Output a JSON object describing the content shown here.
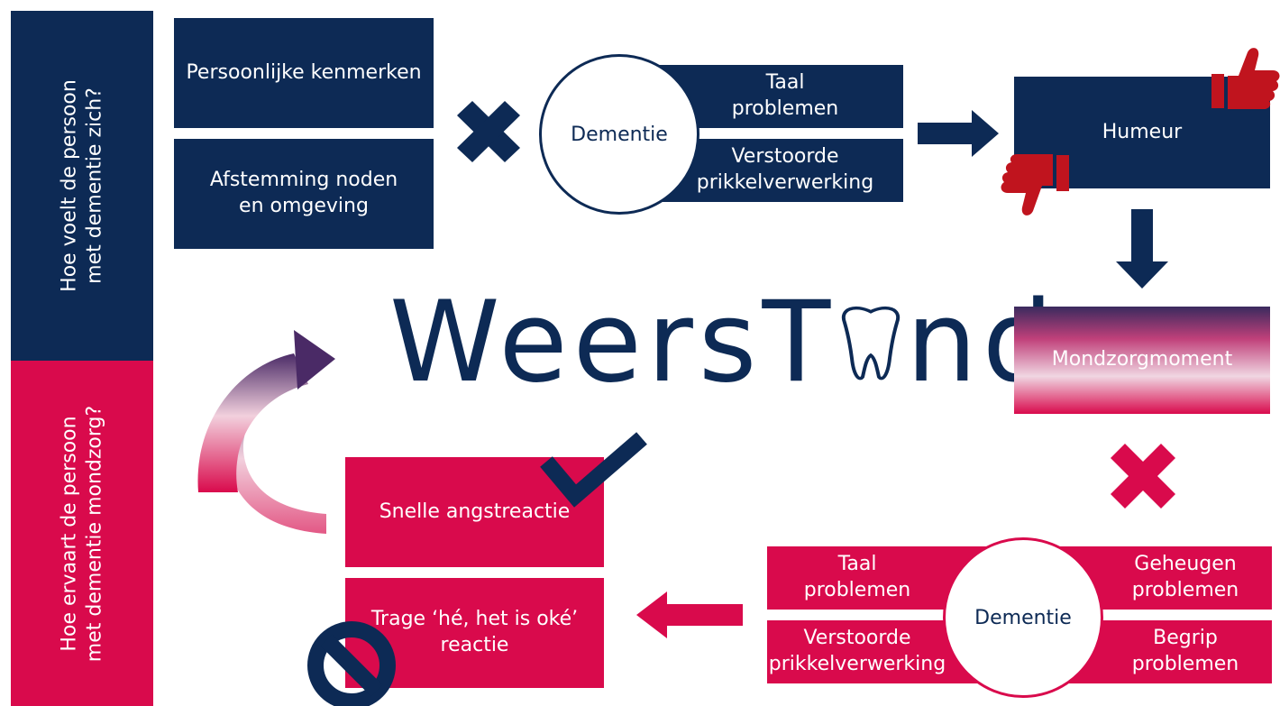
{
  "side": {
    "top_label": "Hoe voelt de persoon met dementie zich?",
    "top_line1": "Hoe voelt de persoon",
    "top_line2": "met dementie zich?",
    "bottom_line1": "Hoe ervaart de persoon",
    "bottom_line2": "met dementie mondzorg?"
  },
  "top": {
    "persoonlijke": "Persoonlijke kenmerken",
    "afstemming_line1": "Afstemming noden",
    "afstemming_line2": "en omgeving",
    "dementie": "Dementie",
    "taal_line1": "Taal",
    "taal_line2": "problemen",
    "prikkel_line1": "Verstoorde",
    "prikkel_line2": "prikkelverwerking",
    "humeur": "Humeur"
  },
  "logo": {
    "part1": "WeersT",
    "part2": "nd"
  },
  "mondzorg": "Mondzorgmoment",
  "bottom": {
    "snelle": "Snelle angstreactie",
    "trage_line1": "Trage ‘hé, het is oké’",
    "trage_line2": "reactie",
    "dementie": "Dementie",
    "taal_line1": "Taal",
    "taal_line2": "problemen",
    "prikkel_line1": "Verstoorde",
    "prikkel_line2": "prikkelverwerking",
    "geheugen_line1": "Geheugen",
    "geheugen_line2": "problemen",
    "begrip_line1": "Begrip",
    "begrip_line2": "problemen"
  },
  "colors": {
    "navy": "#0d2a55",
    "pink": "#d90a4c",
    "red": "#c0141e"
  },
  "icons": [
    "multiply-icon",
    "arrow-right-icon",
    "arrow-down-icon",
    "thumbs-up-icon",
    "thumbs-down-icon",
    "checkmark-icon",
    "prohibited-icon",
    "arrow-left-icon",
    "curved-arrow-icon",
    "tooth-icon"
  ]
}
